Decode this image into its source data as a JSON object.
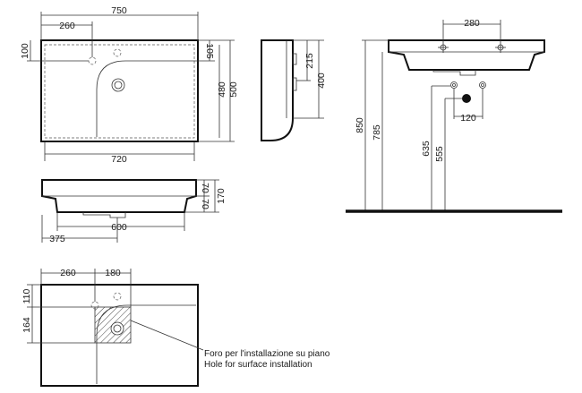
{
  "top_view": {
    "dims": {
      "w750": "750",
      "w260": "260",
      "h100": "100",
      "h105": "105",
      "h480": "480",
      "h500": "500",
      "w720": "720"
    }
  },
  "side_view": {
    "dims": {
      "h215": "215",
      "h400": "400"
    }
  },
  "front_view": {
    "dims": {
      "h70a": "70",
      "h70b": "70",
      "h170": "170",
      "w600": "600",
      "w375": "375"
    }
  },
  "wall_view": {
    "dims": {
      "w280": "280",
      "h850": "850",
      "h785": "785",
      "h635": "635",
      "h555": "555",
      "w120": "120"
    }
  },
  "bottom_view": {
    "dims": {
      "w260": "260",
      "w180": "180",
      "h110": "110",
      "h164": "164"
    },
    "note_it": "Foro per l'installazione su piano",
    "note_en": "Hole for surface installation"
  }
}
